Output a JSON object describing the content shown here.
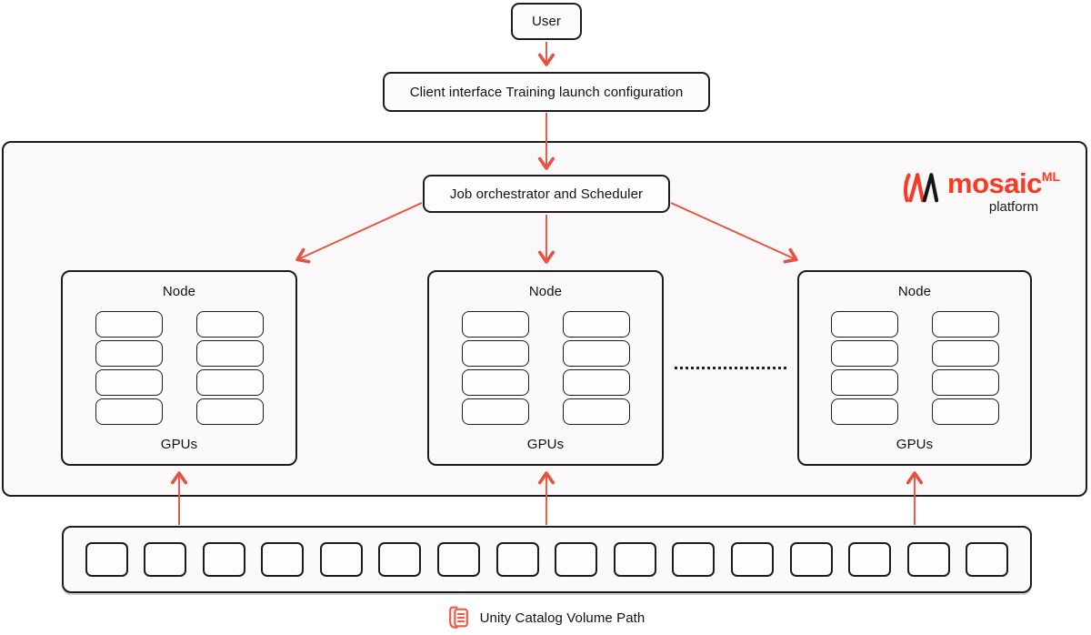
{
  "user_box": {
    "label": "User"
  },
  "client_box": {
    "label": "Client interface Training launch configuration"
  },
  "platform": {
    "orchestrator_label": "Job orchestrator and Scheduler",
    "logo": {
      "brand": "mosaic",
      "brand_superscript": "ML",
      "subtitle": "platform"
    }
  },
  "layout": {
    "gpu_rows": 4,
    "gpu_columns_per_node": 2
  },
  "nodes": [
    {
      "label": "Node",
      "gpus_label": "GPUs"
    },
    {
      "label": "Node",
      "gpus_label": "GPUs"
    },
    {
      "label": "Node",
      "gpus_label": "GPUs"
    }
  ],
  "storage": {
    "cell_count": 16
  },
  "footer": {
    "label": "Unity Catalog Volume Path"
  },
  "colors": {
    "arrow_red": "#E8513F",
    "logo_red": "#F83A22",
    "icon_red": "#EE5A47",
    "border_dark": "#1C1C1C",
    "platform_bg": "#FAF8F8",
    "panel_bg": "#FBFAFA",
    "cell_bg": "#FDFDFD"
  }
}
